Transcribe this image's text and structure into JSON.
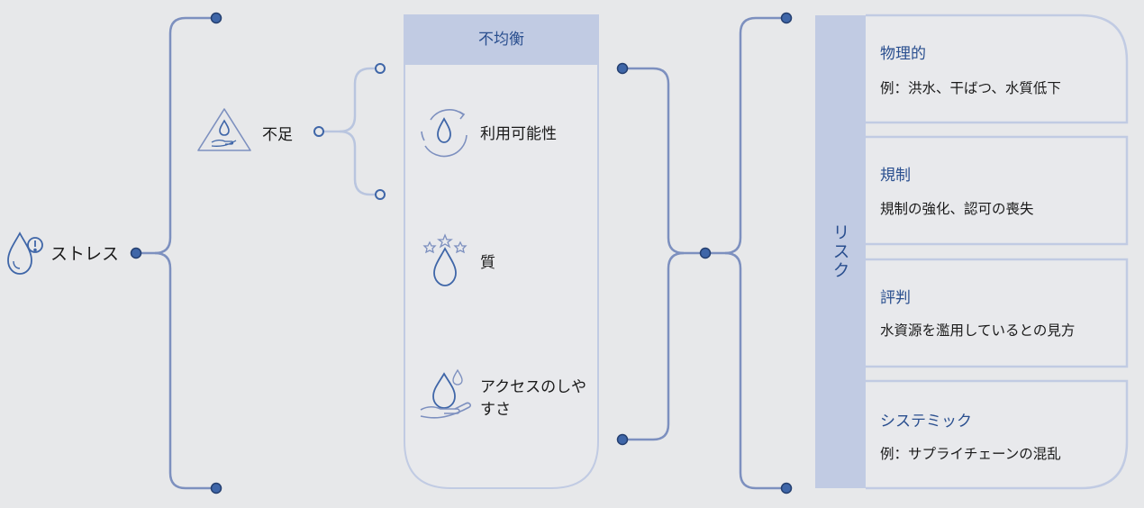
{
  "root": {
    "label": "ストレス"
  },
  "shortage": {
    "label": "不足"
  },
  "imbalance": {
    "title": "不均衡",
    "items": [
      {
        "label": "利用可能性",
        "icon": "water-cycle-icon"
      },
      {
        "label": "質",
        "icon": "water-quality-stars-icon"
      },
      {
        "label": "アクセスのしやすさ",
        "icon": "water-access-hand-icon"
      }
    ]
  },
  "risk": {
    "label": "リスク",
    "items": [
      {
        "title": "物理的",
        "desc": "例：洪水、干ばつ、水質低下"
      },
      {
        "title": "規制",
        "desc": "規制の強化、認可の喪失"
      },
      {
        "title": "評判",
        "desc": "水資源を濫用しているとの見方"
      },
      {
        "title": "システミック",
        "desc": "例：サプライチェーンの混乱"
      }
    ]
  },
  "colors": {
    "background": "#e7e8ea",
    "line": "#7d90bf",
    "light_line": "#b9c5df",
    "panel_header": "#c1cbe3",
    "node_fill": "#3f66a8",
    "accent_text": "#2a4f8f"
  }
}
